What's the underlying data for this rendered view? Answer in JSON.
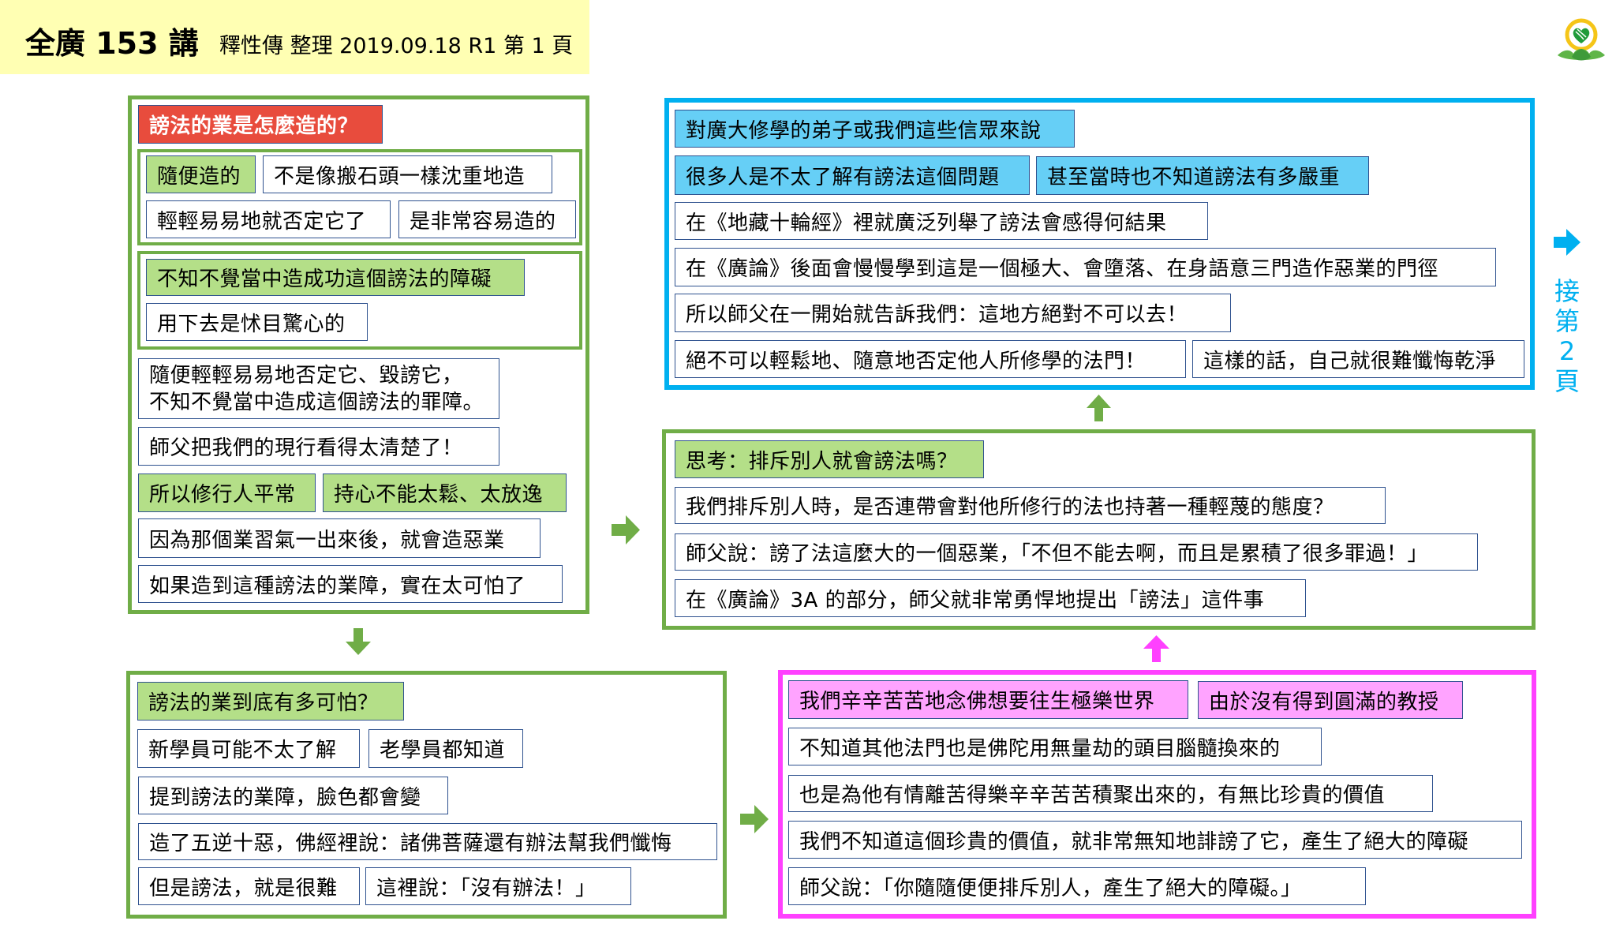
{
  "header": {
    "title": "全廣 153 講",
    "subtitle": "釋性傳 整理 2019.09.18 R1 第 1 頁"
  },
  "colors": {
    "green": "#70ad47",
    "blue": "#00b0f0",
    "magenta": "#ff40ff",
    "red": "#e84c3d"
  },
  "box_a": {
    "heading": "謗法的業是怎麼造的？",
    "group1": [
      "隨便造的",
      "不是像搬石頭一樣沈重地造",
      "輕輕易易地就否定它了",
      "是非常容易造的"
    ],
    "group2": [
      "不知不覺當中造成功這個謗法的障礙",
      "用下去是怵目驚心的"
    ],
    "items": [
      "隨便輕輕易易地否定它、毀謗它，\n不知不覺當中造成這個謗法的罪障。",
      "師父把我們的現行看得太清楚了！",
      "所以修行人平常",
      "持心不能太鬆、太放逸",
      "因為那個業習氣一出來後，就會造惡業",
      "如果造到這種謗法的業障，實在太可怕了"
    ]
  },
  "box_b": {
    "heading": "謗法的業到底有多可怕？",
    "items": [
      "新學員可能不太了解",
      "老學員都知道",
      "提到謗法的業障，臉色都會變",
      "造了五逆十惡，佛經裡說：諸佛菩薩還有辦法幫我們懺悔",
      "但是謗法，就是很難",
      "這裡說：「沒有辦法！」"
    ]
  },
  "box_c": {
    "items": [
      "對廣大修學的弟子或我們這些信眾來說",
      "很多人是不太了解有謗法這個問題",
      "甚至當時也不知道謗法有多嚴重",
      "在《地藏十輪經》裡就廣泛列舉了謗法會感得何結果",
      "在《廣論》後面會慢慢學到這是一個極大、會墮落、在身語意三門造作惡業的門徑",
      "所以師父在一開始就告訴我們：這地方絕對不可以去！",
      "絕不可以輕鬆地、隨意地否定他人所修學的法門！",
      "這樣的話，自己就很難懺悔乾淨"
    ]
  },
  "box_e": {
    "heading": "思考：排斥別人就會謗法嗎？",
    "items": [
      "我們排斥別人時，是否連帶會對他所修行的法也持著一種輕蔑的態度？",
      "師父說：謗了法這麼大的一個惡業，「不但不能去啊，而且是累積了很多罪過！」",
      "在《廣論》3A 的部分，師父就非常勇悍地提出「謗法」這件事"
    ]
  },
  "box_f": {
    "items": [
      "我們辛辛苦苦地念佛想要往生極樂世界",
      "由於沒有得到圓滿的教授",
      "不知道其他法門也是佛陀用無量劫的頭目腦髓換來的",
      "也是為他有情離苦得樂辛辛苦苦積聚出來的，有無比珍貴的價值",
      "我們不知道這個珍貴的價值，就非常無知地誹謗了它，產生了絕大的障礙",
      "師父說：「你隨隨便便排斥別人，產生了絕大的障礙。」"
    ]
  },
  "continue": {
    "label": "接第2頁",
    "icon": "arrow-right-icon"
  }
}
